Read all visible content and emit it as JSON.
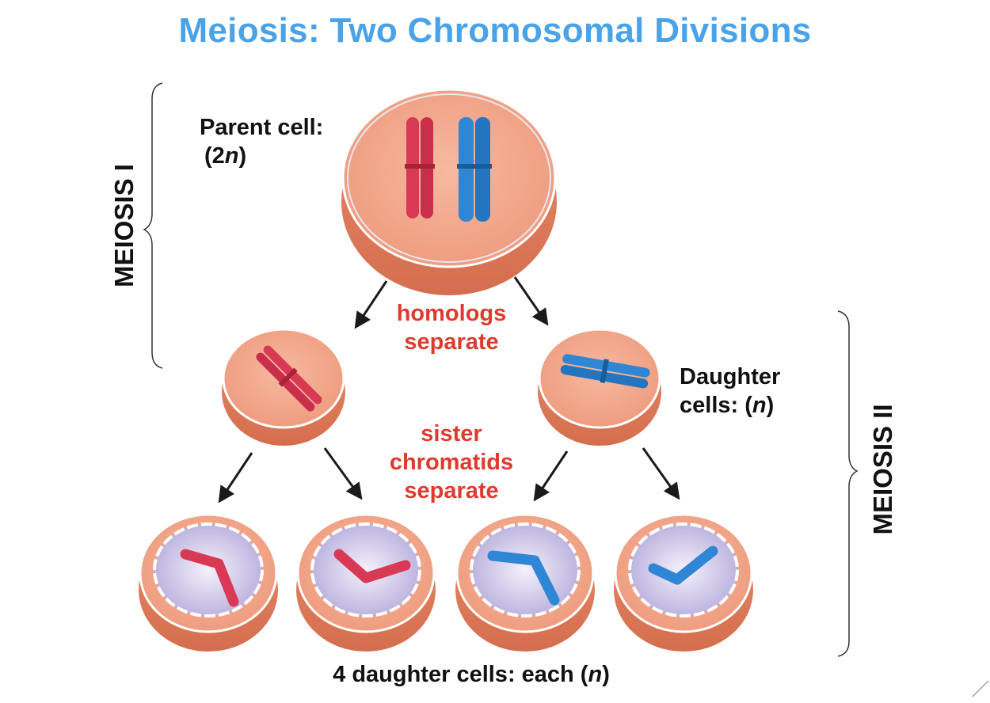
{
  "title": "Meiosis: Two Chromosomal Divisions",
  "labels": {
    "parent_cell_line1": "Parent cell:",
    "parent_cell_ploidy_prefix": "(2",
    "parent_cell_ploidy_var": "n",
    "parent_cell_ploidy_suffix": ")",
    "homologs_line1": "homologs",
    "homologs_line2": "separate",
    "daughter_line1": "Daughter",
    "daughter_line2_prefix": "cells: (",
    "daughter_line2_var": "n",
    "daughter_line2_suffix": ")",
    "sister_line1": "sister",
    "sister_line2": "chromatids",
    "sister_line3": "separate",
    "final_prefix": "4 daughter cells: each (",
    "final_var": "n",
    "final_suffix": ")",
    "meiosis1": "MEIOSIS I",
    "meiosis2": "MEIOSIS II"
  },
  "colors": {
    "title": "#4aa3e8",
    "annotation": "#e03a2e",
    "cell_fill": "#f2a488",
    "cell_rim": "#e07a58",
    "chromosome_red": "#d83a55",
    "chromosome_blue": "#2f86d4",
    "nucleus": "#d9d3ee"
  }
}
